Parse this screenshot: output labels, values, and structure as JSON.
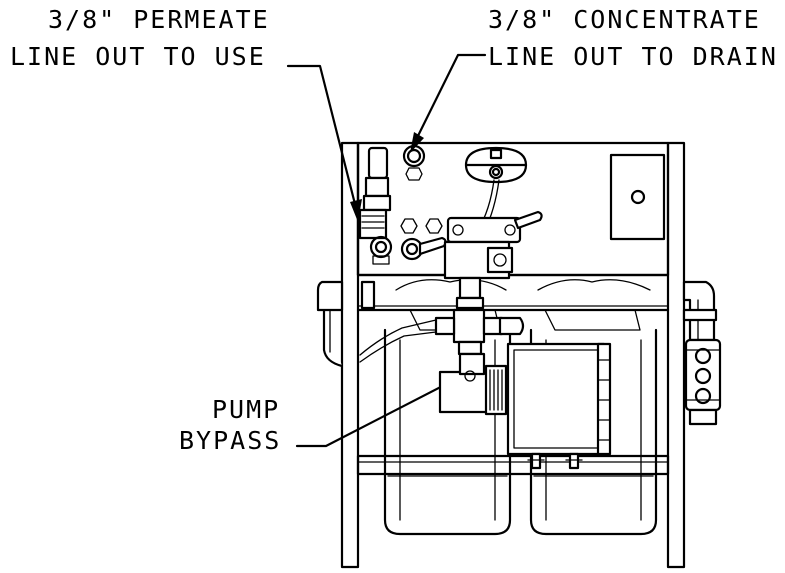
{
  "callouts": {
    "permeate": {
      "line1": "3/8\" PERMEATE",
      "line2": "LINE OUT TO USE"
    },
    "concentrate": {
      "line1": "3/8\" CONCENTRATE",
      "line2": "LINE OUT TO DRAIN"
    },
    "pump_bypass": {
      "line1": "PUMP",
      "line2": "BYPASS"
    }
  }
}
